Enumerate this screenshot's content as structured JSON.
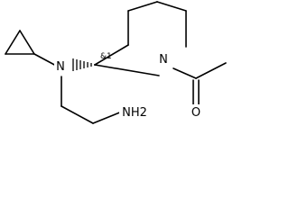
{
  "molecule": {
    "atoms": {
      "ring_nitrogen": "N",
      "amine_nitrogen": "N",
      "terminal_amine": "NH2",
      "carbonyl_oxygen": "O"
    },
    "stereo_label": "&1",
    "colors": {
      "bond": "#000000",
      "text": "#000000",
      "background": "#ffffff"
    }
  }
}
